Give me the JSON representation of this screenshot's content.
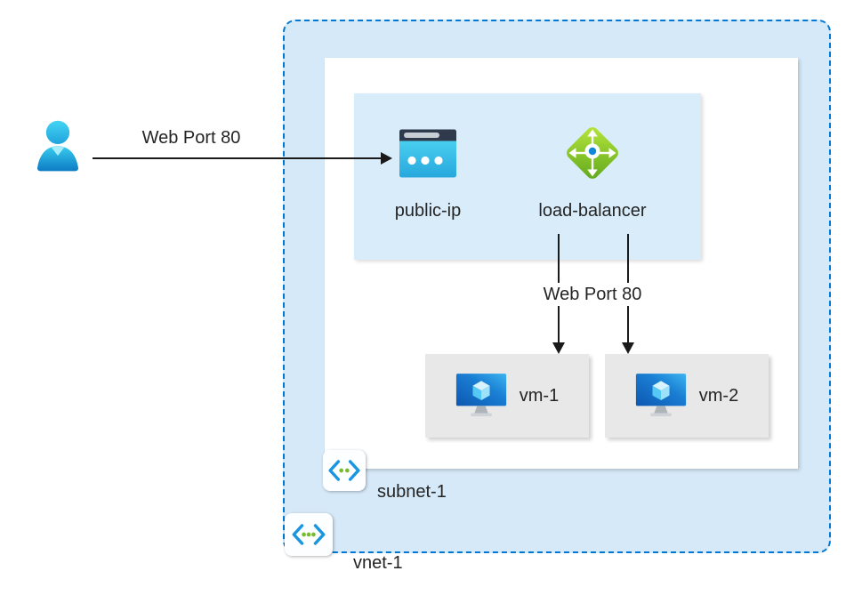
{
  "diagram": {
    "title": "Azure load balancer virtual network diagram",
    "user_flow_label": "Web Port 80",
    "lb_flow_label": "Web Port 80",
    "nodes": {
      "public_ip": {
        "label": "public-ip"
      },
      "load_balancer": {
        "label": "load-balancer"
      },
      "vm1": {
        "label": "vm-1"
      },
      "vm2": {
        "label": "vm-2"
      },
      "subnet": {
        "label": "subnet-1"
      },
      "vnet": {
        "label": "vnet-1"
      }
    },
    "icons": {
      "user": "user-person-icon",
      "public_ip": "public-ip-browser-icon",
      "load_balancer": "load-balancer-diamond-icon",
      "vm": "virtual-machine-monitor-icon",
      "subnet": "subnet-chevron-icon",
      "vnet": "virtual-network-chevron-icon"
    },
    "colors": {
      "vnet_fill": "#d6e9f8",
      "vnet_border": "#0078d4",
      "subnet_fill": "#ffffff",
      "service_panel_fill": "#d9ecfa",
      "vm_panel_fill": "#e8e8e8",
      "arrow": "#1a1a1a",
      "text": "#242424",
      "icon_cyan": "#32bedd",
      "lb_green": "#7fba00",
      "vm_blue": "#1a7fd4"
    }
  }
}
